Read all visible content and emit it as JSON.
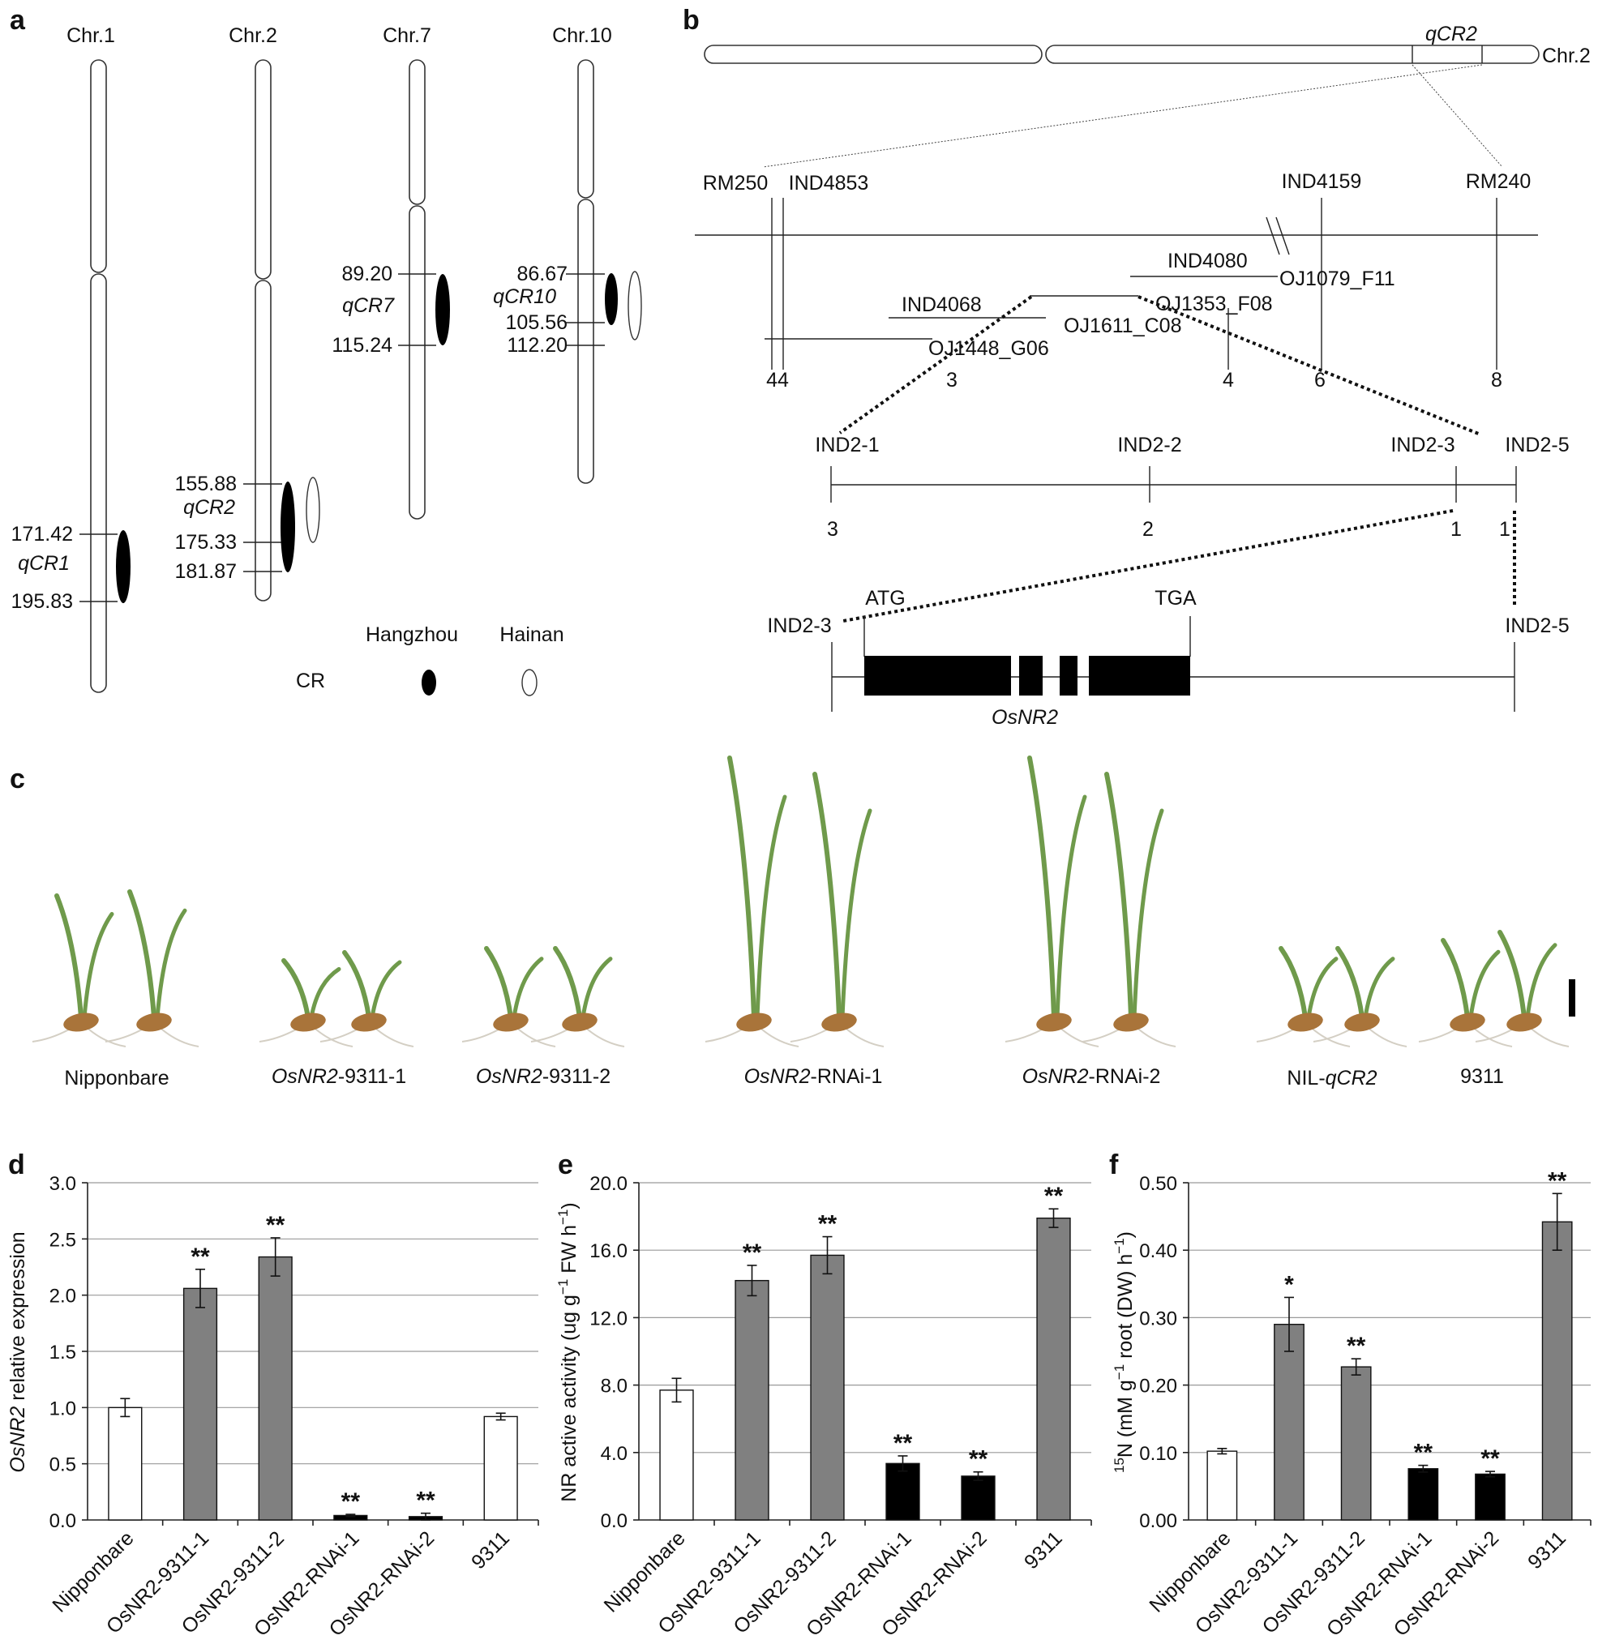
{
  "panels": {
    "a": "a",
    "b": "b",
    "c": "c",
    "d": "d",
    "e": "e",
    "f": "f"
  },
  "panel_a": {
    "chromosomes": [
      {
        "name": "Chr.1",
        "qtl": "qCR1",
        "positions": [
          "171.42",
          "195.83"
        ]
      },
      {
        "name": "Chr.2",
        "qtl": "qCR2",
        "positions": [
          "155.88",
          "175.33",
          "181.87"
        ]
      },
      {
        "name": "Chr.7",
        "qtl": "qCR7",
        "positions": [
          "89.20",
          "115.24"
        ]
      },
      {
        "name": "Chr.10",
        "qtl": "qCR10",
        "positions": [
          "86.67",
          "105.56",
          "112.20"
        ]
      }
    ],
    "legend": {
      "trait": "CR",
      "hangzhou": "Hangzhou",
      "hainan": "Hainan"
    }
  },
  "panel_b": {
    "qtl_label": "qCR2",
    "chrom_label": "Chr.2",
    "markers_top": [
      "RM250",
      "IND4853",
      "IND4159",
      "RM240"
    ],
    "clones": [
      "IND4080",
      "OJ1079_F11",
      "IND4068",
      "OJ1353_F08",
      "OJ1611_C08",
      "OJ1448_G06"
    ],
    "counts_top": [
      "44",
      "3",
      "4",
      "6",
      "8"
    ],
    "markers_fine": [
      "IND2-1",
      "IND2-2",
      "IND2-3",
      "IND2-5"
    ],
    "counts_fine": [
      "3",
      "2",
      "1",
      "1"
    ],
    "gene_markers": [
      "IND2-3",
      "IND2-5"
    ],
    "codons": [
      "ATG",
      "TGA"
    ],
    "gene_name": "OsNR2"
  },
  "panel_c": {
    "lines": [
      {
        "prefix": "",
        "italic": "",
        "suffix": "Nipponbare"
      },
      {
        "prefix": "",
        "italic": "OsNR2",
        "suffix": "-9311-1"
      },
      {
        "prefix": "",
        "italic": "OsNR2",
        "suffix": "-9311-2"
      },
      {
        "prefix": "",
        "italic": "OsNR2",
        "suffix": "-RNAi-1"
      },
      {
        "prefix": "",
        "italic": "OsNR2",
        "suffix": "-RNAi-2"
      },
      {
        "prefix": "NIL-",
        "italic": "qCR2",
        "suffix": ""
      },
      {
        "prefix": "",
        "italic": "",
        "suffix": "9311"
      }
    ]
  },
  "colors": {
    "white_bar": "#ffffff",
    "grey_bar": "#808080",
    "black_bar": "#000000",
    "seed": "#a9743a",
    "leaf": "#6f9a4b"
  },
  "chart_data": [
    {
      "type": "bar",
      "panel": "d",
      "categories": [
        "Nipponbare",
        "OsNR2-9311-1",
        "OsNR2-9311-2",
        "OsNR2-RNAi-1",
        "OsNR2-RNAi-2",
        "9311"
      ],
      "values": [
        1.0,
        2.06,
        2.34,
        0.04,
        0.03,
        0.92
      ],
      "errors": [
        0.08,
        0.17,
        0.17,
        0.01,
        0.03,
        0.03
      ],
      "significance": [
        "",
        "**",
        "**",
        "**",
        "**",
        ""
      ],
      "fills": [
        "white",
        "grey",
        "grey",
        "black",
        "black",
        "white"
      ],
      "ylabel_italic": "OsNR2",
      "ylabel_rest": " relative expression",
      "ylim": [
        0,
        3.0
      ],
      "yticks": [
        "0.0",
        "0.5",
        "1.0",
        "1.5",
        "2.0",
        "2.5",
        "3.0"
      ],
      "grid": true
    },
    {
      "type": "bar",
      "panel": "e",
      "categories": [
        "Nipponbare",
        "OsNR2-9311-1",
        "OsNR2-9311-2",
        "OsNR2-RNAi-1",
        "OsNR2-RNAi-2",
        "9311"
      ],
      "values": [
        7.7,
        14.2,
        15.7,
        3.35,
        2.6,
        17.9
      ],
      "errors": [
        0.7,
        0.9,
        1.1,
        0.45,
        0.25,
        0.55
      ],
      "significance": [
        "",
        "**",
        "**",
        "**",
        "**",
        "**"
      ],
      "fills": [
        "white",
        "grey",
        "grey",
        "black",
        "black",
        "grey"
      ],
      "ylabel_main": "NR active activity (ug g",
      "ylabel_sup1": "−1",
      "ylabel_mid": " FW h",
      "ylabel_sup2": "−1",
      "ylabel_end": ")",
      "ylim": [
        0,
        20.0
      ],
      "yticks": [
        "0.0",
        "4.0",
        "8.0",
        "12.0",
        "16.0",
        "20.0"
      ],
      "grid": true
    },
    {
      "type": "bar",
      "panel": "f",
      "categories": [
        "Nipponbare",
        "OsNR2-9311-1",
        "OsNR2-9311-2",
        "OsNR2-RNAi-1",
        "OsNR2-RNAi-2",
        "9311"
      ],
      "values": [
        0.102,
        0.29,
        0.227,
        0.076,
        0.068,
        0.442
      ],
      "errors": [
        0.004,
        0.04,
        0.012,
        0.005,
        0.004,
        0.042
      ],
      "significance": [
        "",
        "*",
        "**",
        "**",
        "**",
        "**"
      ],
      "fills": [
        "white",
        "grey",
        "grey",
        "black",
        "black",
        "grey"
      ],
      "ylabel_sup0": "15",
      "ylabel_main": "N (mM g",
      "ylabel_sup1": "−1",
      "ylabel_mid": " root (DW) h",
      "ylabel_sup2": "−1",
      "ylabel_end": ")",
      "ylim": [
        0,
        0.5
      ],
      "yticks": [
        "0.00",
        "0.10",
        "0.20",
        "0.30",
        "0.40",
        "0.50"
      ],
      "grid": true
    }
  ]
}
